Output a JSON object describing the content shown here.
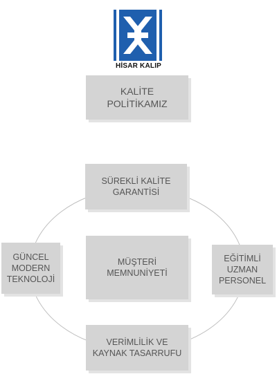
{
  "logo": {
    "company_name": "HİSAR KALIP",
    "icon": "hk-logo-icon"
  },
  "title": "KALİTE\nPOLİTİKAMIZ",
  "center": "MÜŞTERİ\nMEMNUNİYETİ",
  "nodes": {
    "top": "SÜREKLİ KALİTE\nGARANTİSİ",
    "left": "GÜNCEL\nMODERN\nTEKNOLOJİ",
    "right": "EĞİTİMLİ\nUZMAN\nPERSONEL",
    "bottom": "VERİMLİLİK VE\nKAYNAK TASARRUFU"
  },
  "colors": {
    "logo_blue": "#1f5fae",
    "box_fill": "#d4d4d4",
    "ring_stroke": "#bdbdbd",
    "text": "#555555"
  }
}
